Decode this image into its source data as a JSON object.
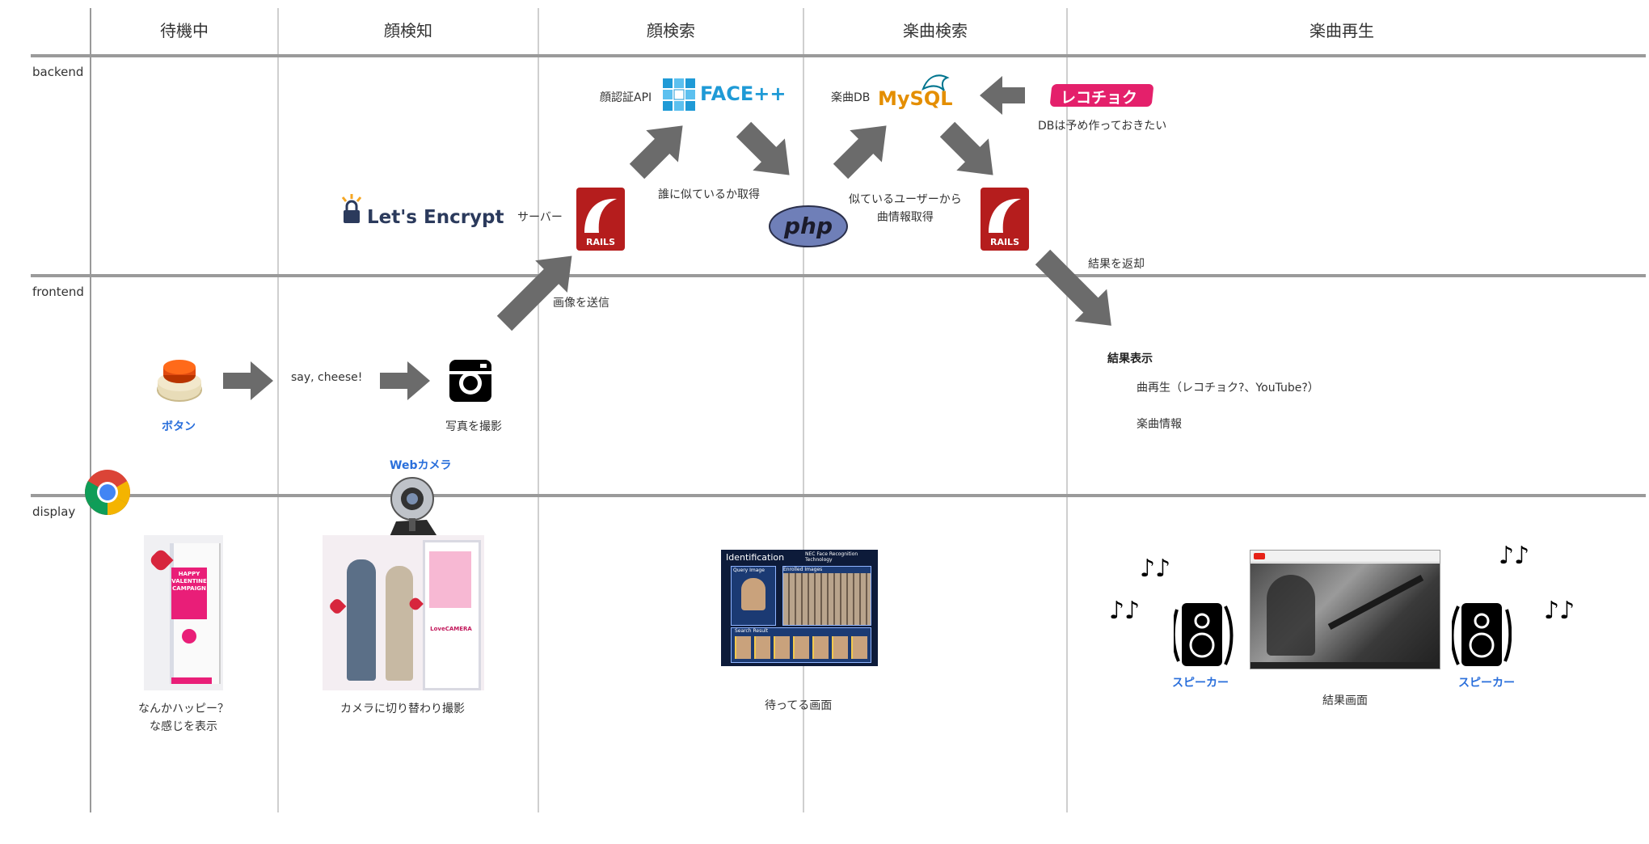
{
  "columns": [
    "待機中",
    "顔検知",
    "顔検索",
    "楽曲検索",
    "楽曲再生"
  ],
  "lanes": [
    "backend",
    "frontend",
    "display"
  ],
  "backend": {
    "face_api_label": "顔認証API",
    "face_logo": "FACE++",
    "music_db_label": "楽曲DB",
    "mysql_logo": "MySQL",
    "recochoku_logo": "レコチョク",
    "db_note": "DBは予め作っておきたい",
    "letsencrypt_logo": "Let's Encrypt",
    "server_label": "サーバー",
    "rails_text": "RAILS",
    "php_logo": "php",
    "similar_label": "誰に似ているか取得",
    "song_info_label": "似ているユーザーから\n曲情報取得",
    "return_label": "結果を返却"
  },
  "frontend": {
    "button_label": "ボタン",
    "say_cheese": "say, cheese!",
    "photo_label": "写真を撮影",
    "send_image_label": "画像を送信",
    "webcam_label": "Webカメラ",
    "result_title": "結果表示",
    "result_item_1": "曲再生（レコチョク?、YouTube?）",
    "result_item_2": "楽曲情報"
  },
  "display": {
    "idle_caption": "なんかハッピー？\nな感じを表示",
    "kiosk_text": "HAPPY VALENTINE CAMPAIGN",
    "camera_caption": "カメラに切り替わり撮影",
    "camera_kiosk_text": "LoveCAMERA",
    "waiting_caption": "待ってる画面",
    "identification_title": "Identification",
    "identification_header": "NEC Face Recognition Technology",
    "query_image_label": "Query Image",
    "enrolled_label": "Enrolled Images",
    "search_result_label": "Search Result",
    "speaker_label": "スピーカー",
    "result_caption": "結果画面",
    "notes": "♪♪"
  },
  "colors": {
    "arrow": "#6b6b6b",
    "accent_blue": "#2a6fdb",
    "rails_red": "#b51d1d",
    "face_blue": "#1f9ad6",
    "recochoku_pink": "#e4206b"
  }
}
